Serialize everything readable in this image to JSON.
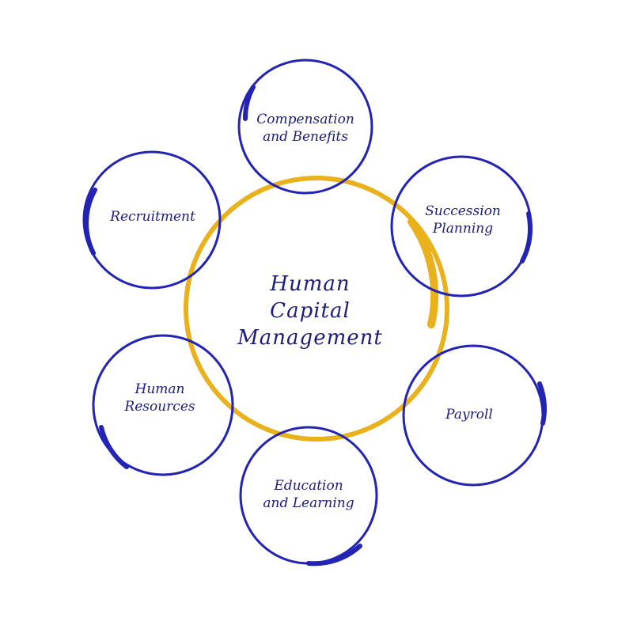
{
  "center": {
    "label": "Human\nCapital\nManagement"
  },
  "nodes": [
    {
      "label": "Compensation\nand Benefits"
    },
    {
      "label": "Succession\nPlanning"
    },
    {
      "label": "Payroll"
    },
    {
      "label": "Education\nand Learning"
    },
    {
      "label": "Human\nResources"
    },
    {
      "label": "Recruitment"
    }
  ],
  "colors": {
    "ring": "#E9B21C",
    "node": "#2323B4",
    "text": "#1c1c7a"
  }
}
